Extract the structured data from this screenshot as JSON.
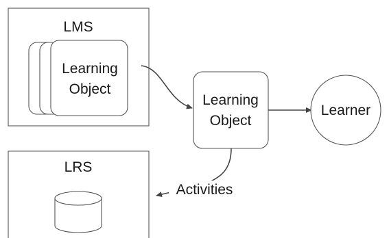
{
  "diagram": {
    "lms": {
      "label": "LMS"
    },
    "lms_learning_object": {
      "line1": "Learning",
      "line2": "Object"
    },
    "learning_object": {
      "line1": "Learning",
      "line2": "Object"
    },
    "learner": {
      "label": "Learner"
    },
    "lrs": {
      "label": "LRS"
    },
    "activities": {
      "label": "Activities"
    }
  }
}
